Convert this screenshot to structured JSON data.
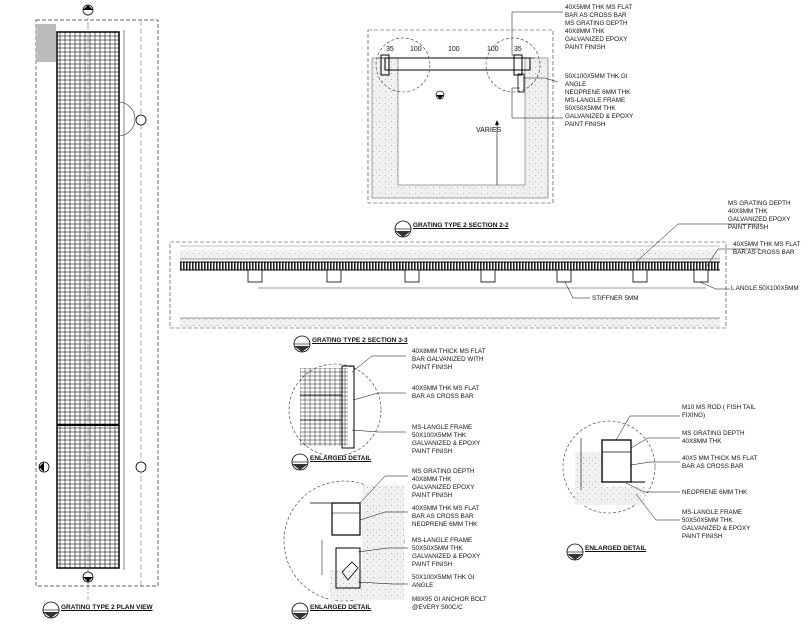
{
  "plan_view": {
    "title": "GRATING TYPE 2 PLAN VIEW"
  },
  "section_2_2": {
    "title": "GRATING TYPE 2 SECTION 2-2",
    "dims": [
      "35",
      "100",
      "100",
      "100",
      "35"
    ],
    "varies_label": "VARIES",
    "callouts": [
      [
        "40X5MM THK MS FLAT",
        "BAR AS CROSS BAR",
        "MS GRATING DEPTH",
        "40X8MM THK",
        "GALVANIZED EPOXY",
        "PAINT FINISH"
      ],
      [
        "50X100X5MM THK GI",
        "ANGLE",
        "NEOPRENE 6MM THK",
        "MS-LANGLE FRAME",
        "50X50X5MM THK",
        "GALVANIZED & EPOXY",
        "PAINT FINISH"
      ]
    ]
  },
  "section_3_3": {
    "title": "GRATING TYPE 2 SECTION 3-3",
    "callouts": [
      [
        "MS GRATING DEPTH",
        "40X8MM THK",
        "GALVANIZED EPOXY",
        "PAINT FINISH"
      ],
      [
        "40X5MM THK MS FLAT",
        "BAR AS CROSS BAR"
      ],
      [
        "L ANGLE 50X100X5MM"
      ],
      [
        "STIFFNER 5MM"
      ]
    ]
  },
  "enlarged_detail_1": {
    "title": "ENLARGED DETAIL",
    "callouts": [
      [
        "40X8MM THICK MS FLAT",
        "BAR GALVANIZED WITH",
        "PAINT FINISH"
      ],
      [
        "40X5MM THK MS FLAT",
        "BAR AS CROSS BAR"
      ],
      [
        "MS-LANGLE FRAME",
        "50X100X5MM THK",
        "GALVANIZED & EPOXY",
        "PAINT FINISH"
      ]
    ]
  },
  "enlarged_detail_2": {
    "title": "ENLARGED DETAIL",
    "callouts": [
      [
        "MS GRATING DEPTH",
        "40X8MM THK",
        "GALVANIZED EPOXY",
        "PAINT FINISH"
      ],
      [
        "40X5MM THK MS FLAT",
        "BAR AS CROSS BAR",
        "NEOPRENE 6MM THK"
      ],
      [
        "MS-LANGLE FRAME",
        "50X50X5MM THK",
        "GALVANIZED & EPOXY",
        "PAINT FINISH"
      ],
      [
        "50X100X5MM THK GI",
        "ANGLE"
      ],
      [
        "M8X95 GI ANCHOR BOLT",
        "@EVERY 500C/C"
      ]
    ]
  },
  "enlarged_detail_3": {
    "title": "ENLARGED DETAIL",
    "callouts": [
      [
        "M10 MS ROD ( FISH TAIL",
        "FIXING)"
      ],
      [
        "MS GRATING DEPTH",
        "40X8MM THK"
      ],
      [
        "40x5 MM THICK MS FLAT",
        "BAR AS CROSS BAR"
      ],
      [
        "NEOPRENE 6MM THK"
      ],
      [
        "MS-LANGLE FRAME",
        "50X50X5MM THK",
        "GALVANIZED & EPOXY",
        "PAINT FINISH"
      ]
    ]
  }
}
